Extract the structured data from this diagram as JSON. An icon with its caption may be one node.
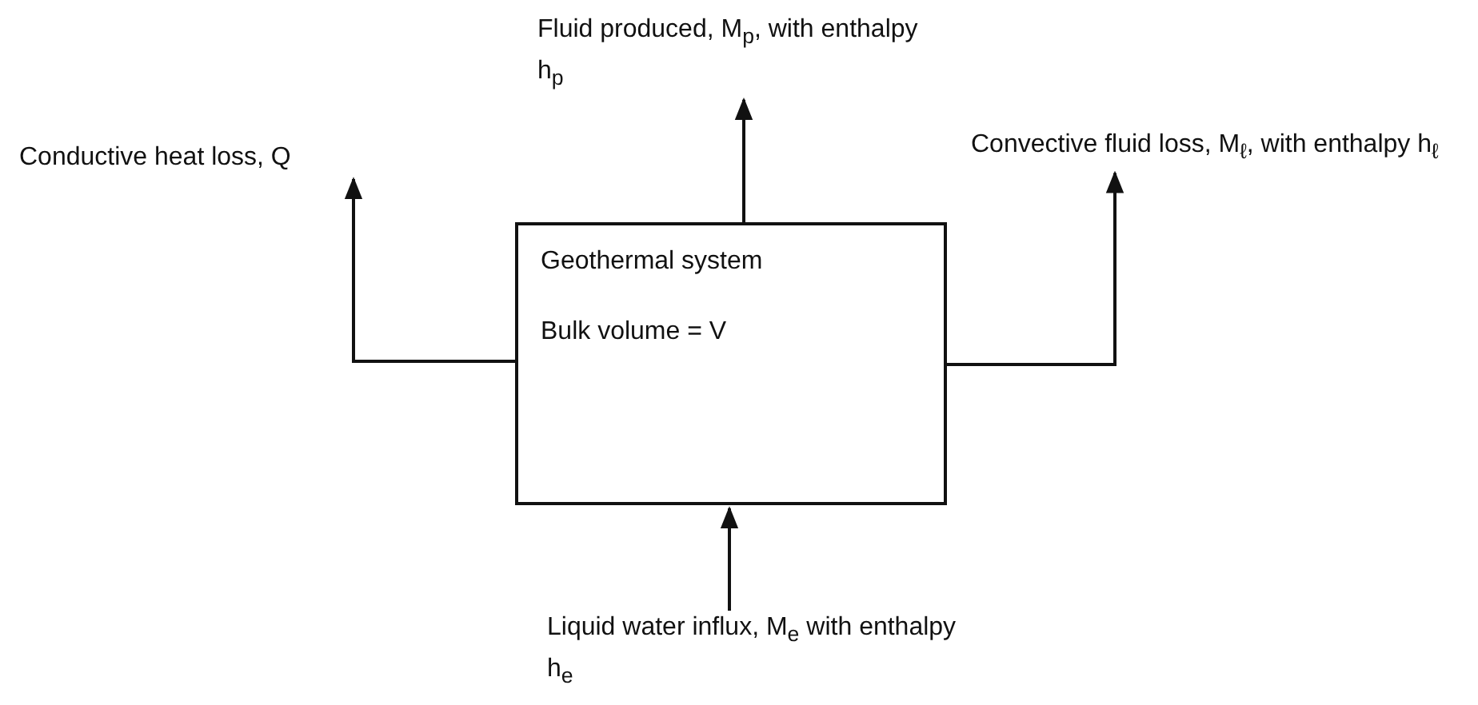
{
  "diagram": {
    "nodes": [
      {
        "text": [
          "Geothermal system",
          "Bulk volume = V"
        ]
      },
      {
        "text": [
          "Fluid produced, M$_{p}$, with enthalpy h$_{p}$"
        ]
      },
      {
        "text": [
          "Conductive heat loss, Q"
        ]
      },
      {
        "text": [
          "Convective fluid loss, M$_{ℓ}$, with enthalpy h$_{ℓ}$"
        ]
      },
      {
        "text": [
          "Liquid water influx, M$_{e}$ with enthalpy h$_{e}$"
        ]
      }
    ],
    "edges": [
      {
        "from": 0,
        "to": 1,
        "arrow": "to"
      },
      {
        "from": 0,
        "to": 2,
        "arrow": "to"
      },
      {
        "from": 0,
        "to": 3,
        "arrow": "to"
      },
      {
        "from": 4,
        "to": 0,
        "arrow": "to"
      }
    ]
  }
}
